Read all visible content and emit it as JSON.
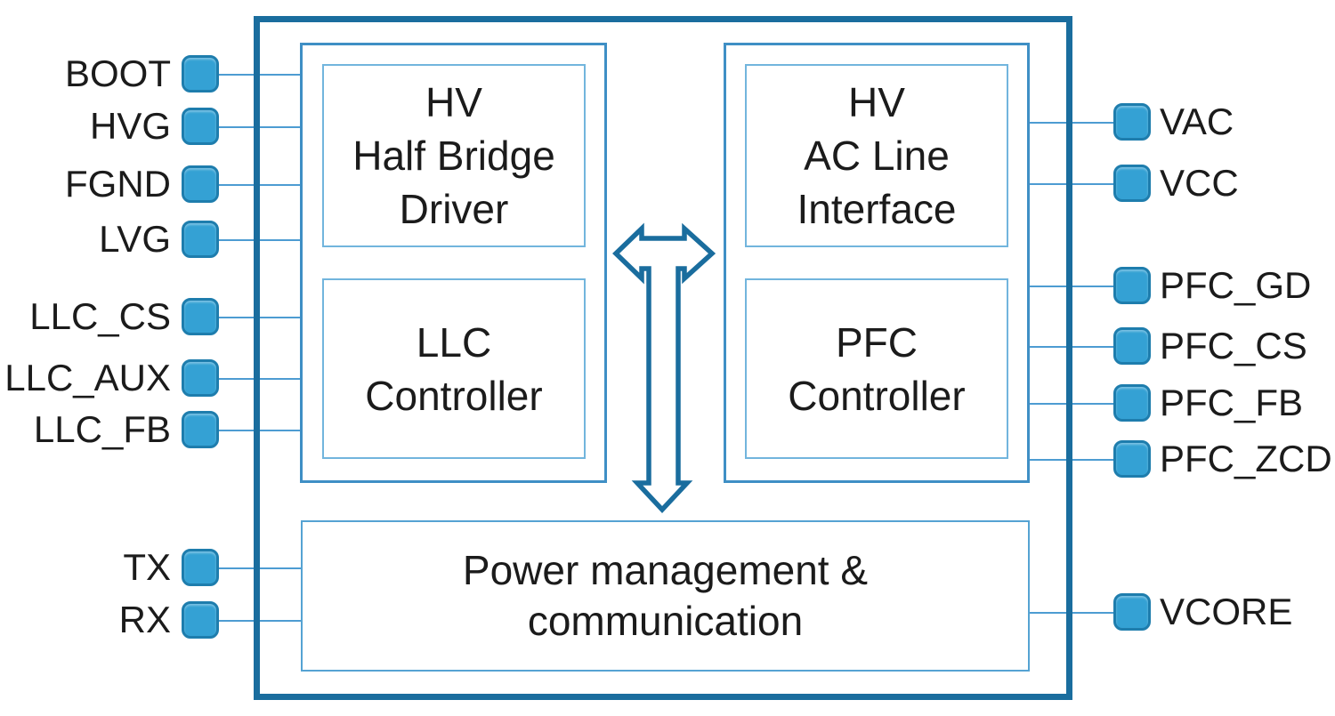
{
  "diagram": {
    "type": "ic-block-diagram",
    "blocks": {
      "half_bridge_driver": {
        "label": "HV\nHalf Bridge\nDriver"
      },
      "llc_controller": {
        "label": "LLC\nController"
      },
      "ac_line_interface": {
        "label": "HV\nAC Line\nInterface"
      },
      "pfc_controller": {
        "label": "PFC\nController"
      },
      "power_management": {
        "label": "Power management &\ncommunication"
      }
    },
    "pins": {
      "left": [
        {
          "label": "BOOT"
        },
        {
          "label": "HVG"
        },
        {
          "label": "FGND"
        },
        {
          "label": "LVG"
        },
        {
          "label": "LLC_CS"
        },
        {
          "label": "LLC_AUX"
        },
        {
          "label": "LLC_FB"
        },
        {
          "label": "TX"
        },
        {
          "label": "RX"
        }
      ],
      "right": [
        {
          "label": "VAC"
        },
        {
          "label": "VCC"
        },
        {
          "label": "PFC_GD"
        },
        {
          "label": "PFC_CS"
        },
        {
          "label": "PFC_FB"
        },
        {
          "label": "PFC_ZCD"
        },
        {
          "label": "VCORE"
        }
      ]
    },
    "icons": {
      "flow_arrow": "t-shaped-double-headed-arrow"
    },
    "colors": {
      "chip_border": "#1a6d9e",
      "group_border": "#3f8fc5",
      "block_border": "#72b5dd",
      "power_block_border": "#55a3d3",
      "wire": "#4d9cd2",
      "pin_fill": "#34a1d4",
      "pin_border": "#1e7dad",
      "text": "#1b1b1b",
      "background": "#ffffff"
    }
  }
}
